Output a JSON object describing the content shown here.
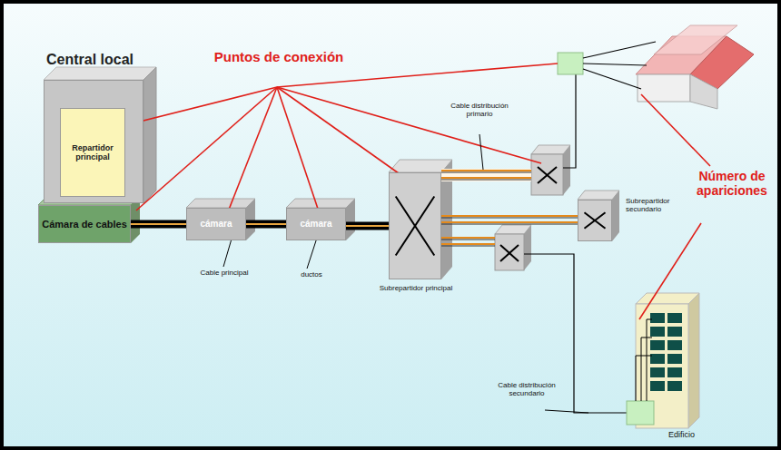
{
  "diagram": {
    "nodes": [
      {
        "text": [
          "Central local"
        ]
      },
      {
        "text": [
          "Repartidor principal"
        ],
        "in": 0
      },
      {
        "text": [
          "Cámara de cables"
        ]
      },
      {
        "text": [
          "cámara"
        ]
      },
      {
        "text": [
          "cámara"
        ]
      },
      {
        "text": [
          "Subrepartidor principal"
        ]
      },
      {
        "text": [
          "Subrepartidor secundario"
        ]
      },
      {
        "text": [
          "Edificio"
        ]
      }
    ],
    "edges": [
      {
        "from": 0,
        "to": 2,
        "arrow": "none"
      },
      {
        "from": 2,
        "to": 3,
        "arrow": "none"
      },
      {
        "from": 3,
        "to": 4,
        "arrow": "none"
      },
      {
        "from": 4,
        "to": 5,
        "arrow": "none"
      },
      {
        "from": 5,
        "to": 6,
        "arrow": "none"
      }
    ],
    "labels": [
      "Puntos de conexión",
      "Cable distribución primario",
      "Número de apariciones",
      "Cable principal",
      "ductos",
      "Cable distribución secundario"
    ]
  }
}
